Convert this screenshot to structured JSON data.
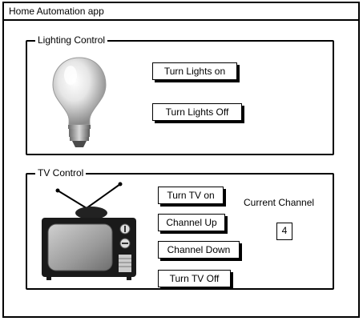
{
  "window": {
    "title": "Home Automation app"
  },
  "lighting": {
    "legend": "Lighting Control",
    "turn_on_label": "Turn Lights on",
    "turn_off_label": "Turn Lights Off"
  },
  "tv": {
    "legend": "TV Control",
    "turn_on_label": "Turn TV on",
    "channel_up_label": "Channel Up",
    "channel_down_label": "Channel Down",
    "turn_off_label": "Turn TV Off",
    "current_channel_label": "Current Channel",
    "current_channel_value": "4"
  },
  "icons": {
    "lightbulb": "lightbulb-icon",
    "television": "television-icon"
  }
}
